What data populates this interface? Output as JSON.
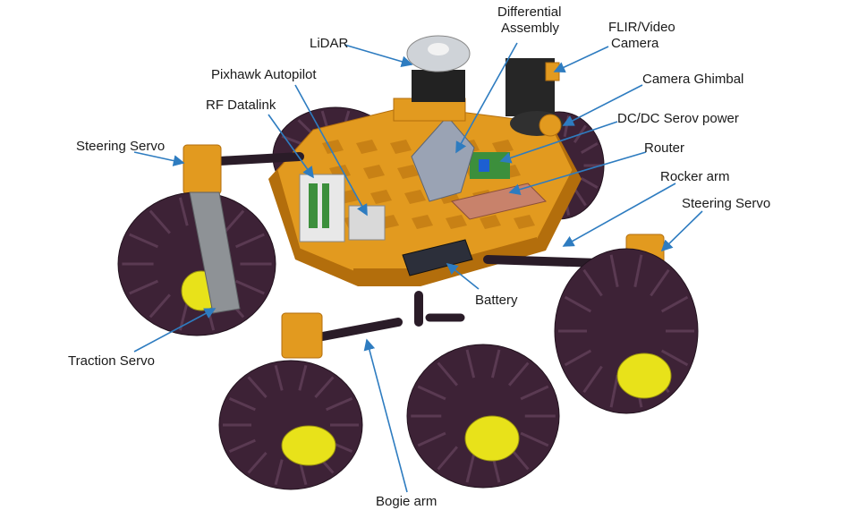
{
  "colors": {
    "chassis": "#e29a1f",
    "chassis_dark": "#b36e0c",
    "tire": "#3d2236",
    "tire_tread": "#5a3a52",
    "hub": "#e8e21a",
    "arm": "#2a1c28",
    "bracket": "#8e9296",
    "leader": "#2e7cc0",
    "board_green": "#3c8f3c"
  },
  "labels": [
    {
      "id": "lidar",
      "lines": [
        "LiDAR"
      ]
    },
    {
      "id": "differential-assembly",
      "lines": [
        "Differential",
        "Assembly"
      ]
    },
    {
      "id": "flir-video-camera",
      "lines": [
        "FLIR/Video",
        "Camera"
      ]
    },
    {
      "id": "pixhawk-autopilot",
      "lines": [
        "Pixhawk Autopilot"
      ]
    },
    {
      "id": "camera-gimbal",
      "lines": [
        "Camera Ghimbal"
      ]
    },
    {
      "id": "rf-datalink",
      "lines": [
        "RF Datalink"
      ]
    },
    {
      "id": "dcdc-servo-power",
      "lines": [
        "DC/DC Serov power"
      ]
    },
    {
      "id": "steering-servo-left",
      "lines": [
        "Steering Servo"
      ]
    },
    {
      "id": "router",
      "lines": [
        "Router"
      ]
    },
    {
      "id": "rocker-arm",
      "lines": [
        "Rocker arm"
      ]
    },
    {
      "id": "steering-servo-right",
      "lines": [
        "Steering Servo"
      ]
    },
    {
      "id": "battery",
      "lines": [
        "Battery"
      ]
    },
    {
      "id": "traction-servo",
      "lines": [
        "Traction Servo"
      ]
    },
    {
      "id": "bogie-arm",
      "lines": [
        "Bogie arm"
      ]
    }
  ]
}
